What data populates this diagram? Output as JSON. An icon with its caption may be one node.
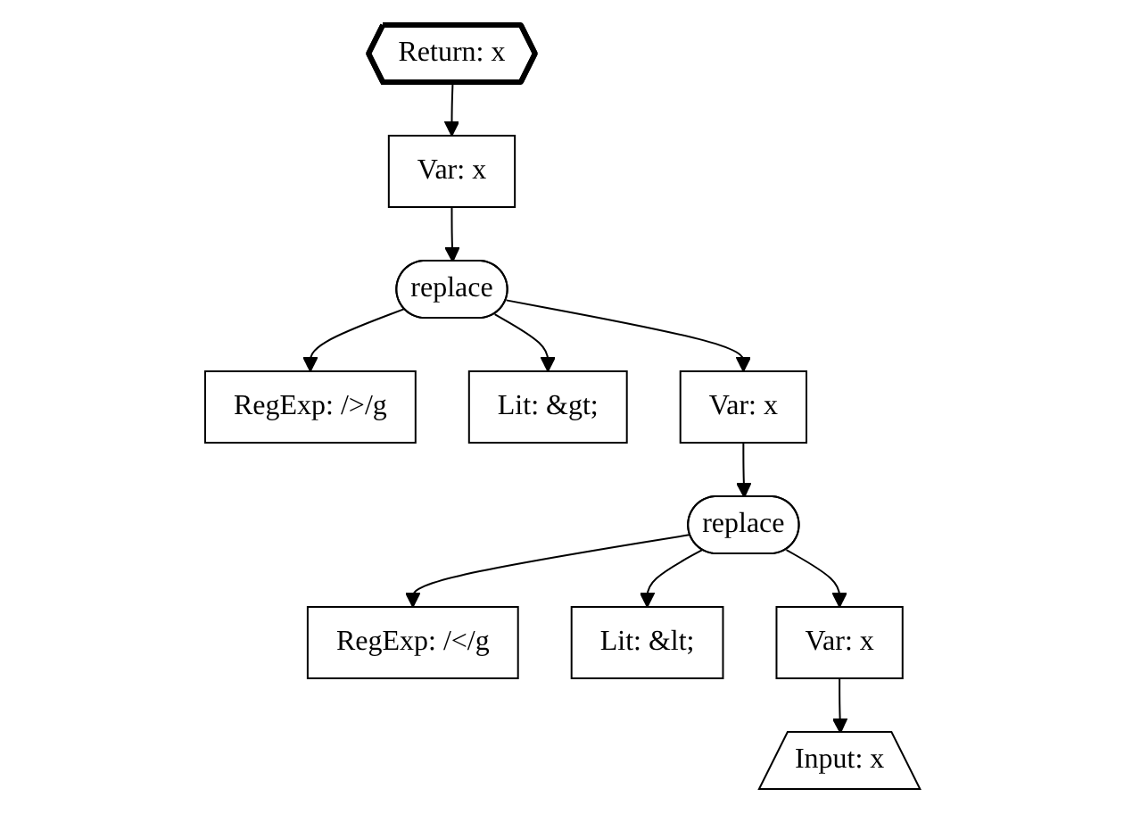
{
  "diagram": {
    "nodes": [
      {
        "text": [
          "Return: x"
        ]
      },
      {
        "text": [
          "Var: x"
        ]
      },
      {
        "text": [
          "replace"
        ]
      },
      {
        "text": [
          "RegExp: />/g"
        ]
      },
      {
        "text": [
          "Lit: &gt;"
        ]
      },
      {
        "text": [
          "Var: x"
        ]
      },
      {
        "text": [
          "replace"
        ]
      },
      {
        "text": [
          "RegExp: /</g"
        ]
      },
      {
        "text": [
          "Lit: &lt;"
        ]
      },
      {
        "text": [
          "Var: x"
        ]
      },
      {
        "text": [
          "Input: x"
        ]
      }
    ],
    "edges": [
      {
        "from": 0,
        "to": 1,
        "arrow": "to"
      },
      {
        "from": 1,
        "to": 2,
        "arrow": "to"
      },
      {
        "from": 2,
        "to": 3,
        "arrow": "to"
      },
      {
        "from": 2,
        "to": 4,
        "arrow": "to"
      },
      {
        "from": 2,
        "to": 5,
        "arrow": "to"
      },
      {
        "from": 5,
        "to": 6,
        "arrow": "to"
      },
      {
        "from": 6,
        "to": 7,
        "arrow": "to"
      },
      {
        "from": 6,
        "to": 8,
        "arrow": "to"
      },
      {
        "from": 6,
        "to": 9,
        "arrow": "to"
      },
      {
        "from": 9,
        "to": 10,
        "arrow": "to"
      }
    ]
  }
}
